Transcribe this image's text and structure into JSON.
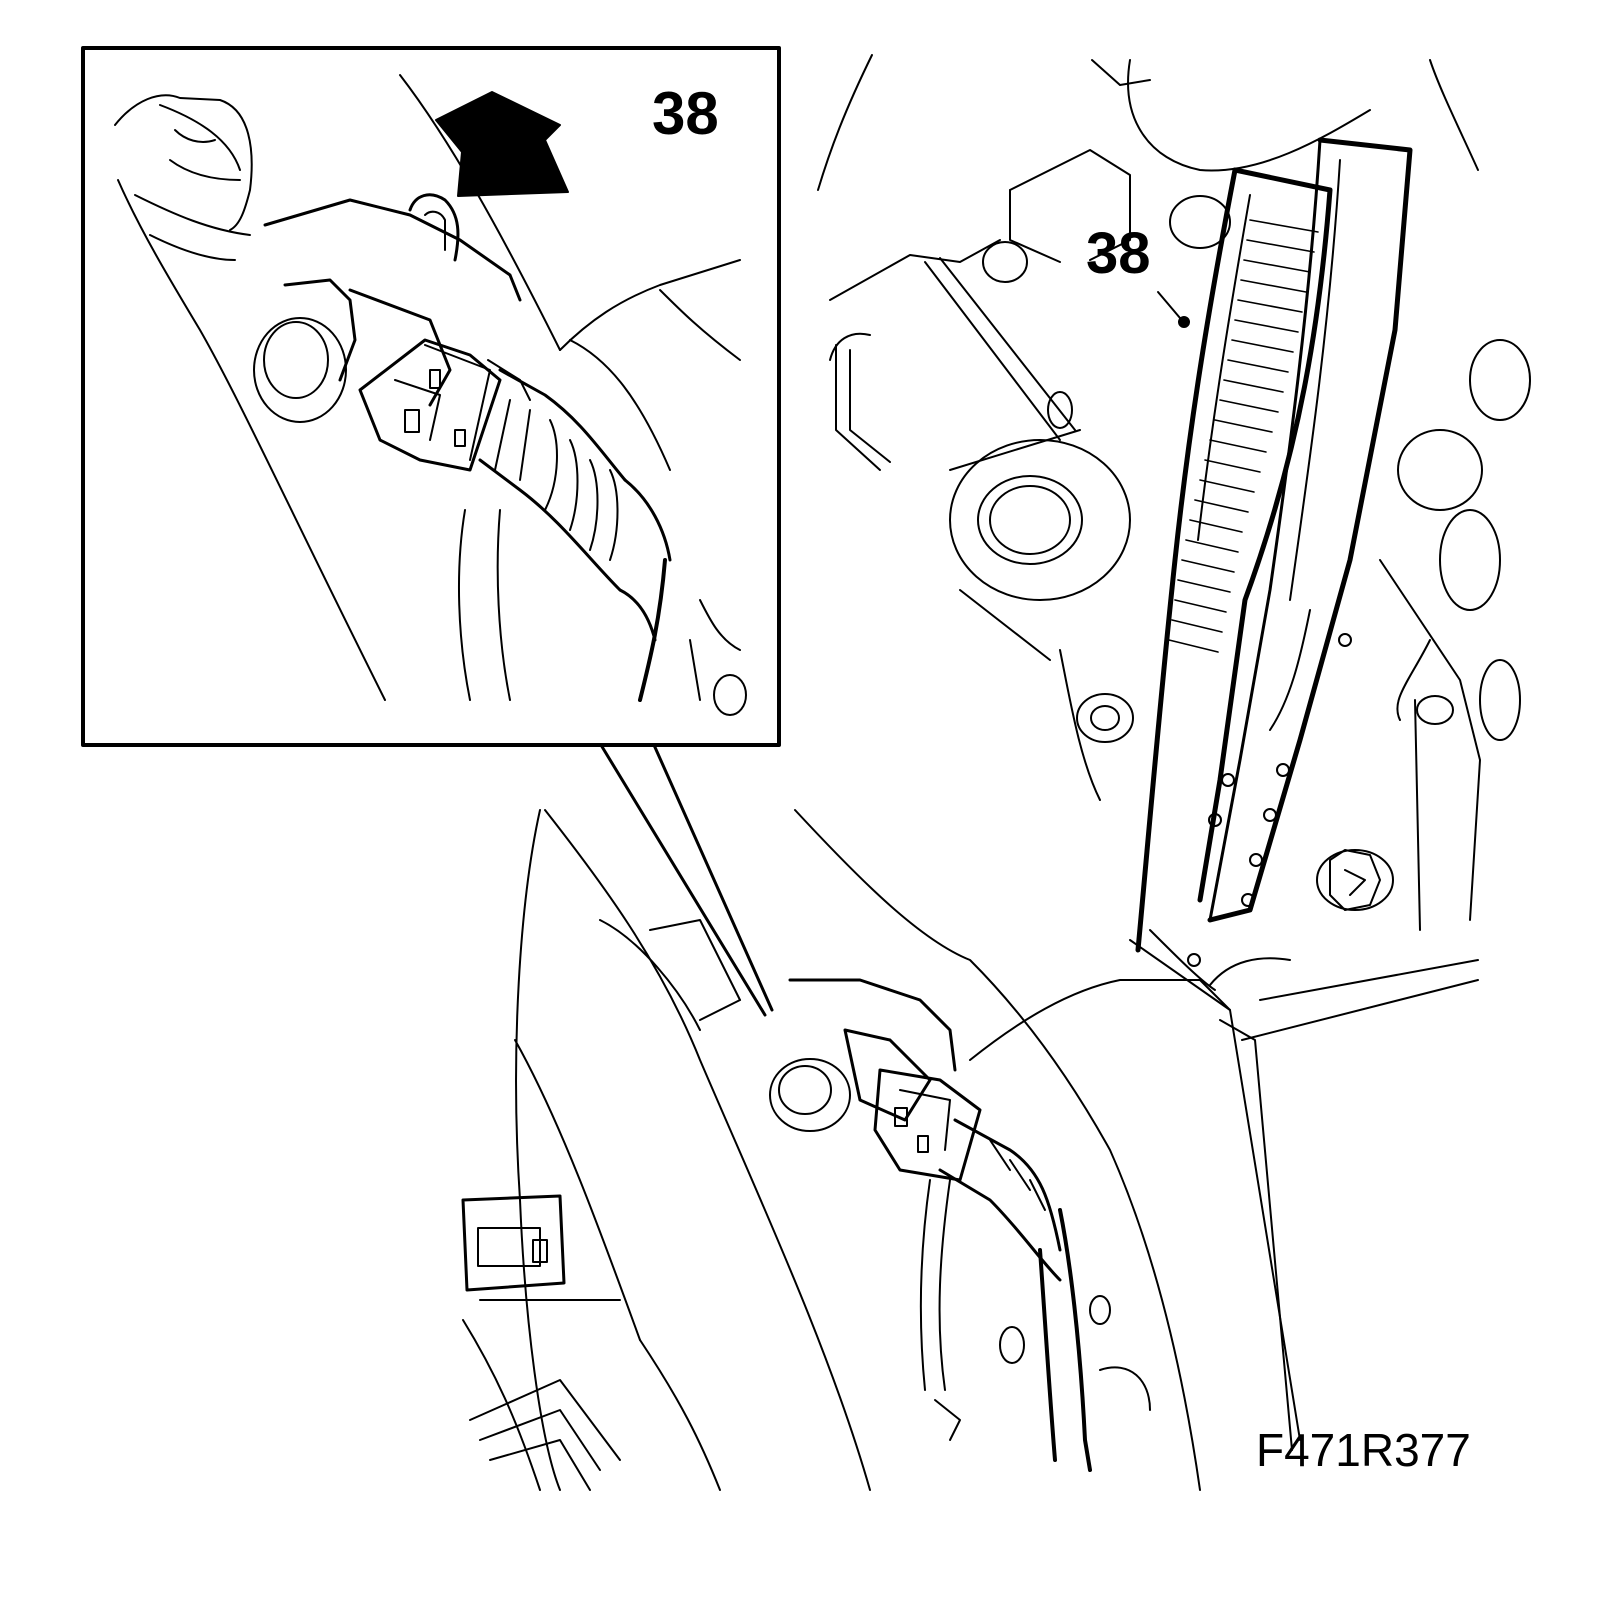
{
  "inset": {
    "callout": "38"
  },
  "main": {
    "callout": "38"
  },
  "figure_id": "F471R377",
  "colors": {
    "line": "#000000",
    "background": "#ffffff"
  }
}
